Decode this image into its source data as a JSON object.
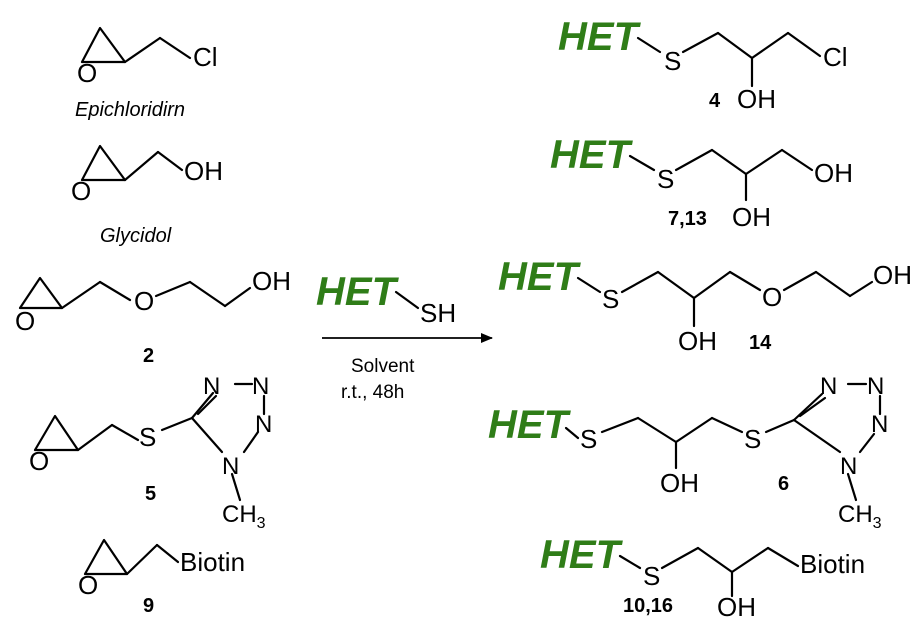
{
  "reagents": {
    "epichlorohydrin": {
      "substituent": "Cl",
      "name": "Epichloridirn"
    },
    "glycidol": {
      "substituent": "OH",
      "name": "Glycidol"
    },
    "compound_2": {
      "oxygen": "O",
      "hydroxyl": "OH",
      "number": "2"
    },
    "compound_5": {
      "sulfur": "S",
      "ring_n1": "N",
      "ring_n2": "N",
      "ring_n3": "N",
      "ring_n4": "N",
      "methyl": "CH",
      "methyl_sub": "3",
      "number": "5"
    },
    "compound_9": {
      "substituent": "Biotin",
      "number": "9"
    }
  },
  "epoxide_oxygen": "O",
  "reaction": {
    "reagent_het": "HET",
    "reagent_sh": "SH",
    "solvent": "Solvent",
    "conditions": "r.t., 48h"
  },
  "products": {
    "p4": {
      "het": "HET",
      "sulfur": "S",
      "chloride": "Cl",
      "hydroxyl": "OH",
      "number": "4"
    },
    "p7": {
      "het": "HET",
      "sulfur": "S",
      "hydroxyl_end": "OH",
      "hydroxyl": "OH",
      "number": "7,13"
    },
    "p14": {
      "het": "HET",
      "sulfur": "S",
      "oxygen": "O",
      "hydroxyl_end": "OH",
      "hydroxyl": "OH",
      "number": "14"
    },
    "p6": {
      "het": "HET",
      "sulfur1": "S",
      "sulfur2": "S",
      "hydroxyl": "OH",
      "number": "6",
      "ring_n1": "N",
      "ring_n2": "N",
      "ring_n3": "N",
      "ring_n4": "N",
      "methyl": "CH",
      "methyl_sub": "3"
    },
    "p10": {
      "het": "HET",
      "sulfur": "S",
      "substituent": "Biotin",
      "hydroxyl": "OH",
      "number": "10,16"
    }
  },
  "colors": {
    "het": "#2f7d18",
    "ink": "#000000"
  }
}
